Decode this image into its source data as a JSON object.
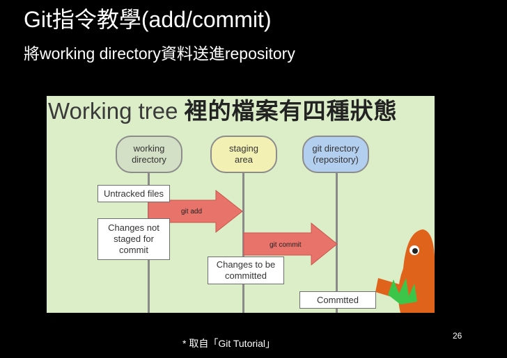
{
  "slide": {
    "title": "Git指令教學(add/commit)",
    "subtitle": "將working directory資料送進repository",
    "page_number": "26",
    "footnote": "* 取自「Git Tutorial」"
  },
  "figure": {
    "title_latin": "Working tree",
    "title_cjk": "裡的檔案有四種狀態",
    "stages": [
      {
        "line1": "working",
        "line2": "directory"
      },
      {
        "line1": "staging",
        "line2": "area"
      },
      {
        "line1": "git directory",
        "line2": "(repository)"
      }
    ],
    "states": {
      "untracked": "Untracked files",
      "not_staged_1": "Changes not",
      "not_staged_2": "staged for",
      "not_staged_3": "commit",
      "to_be_committed_1": "Changes to be",
      "to_be_committed_2": "committed",
      "committed": "Commtted"
    },
    "arrows": {
      "add": "git add",
      "commit": "git commit"
    },
    "colors": {
      "background": "#dbeec8",
      "arrow": "#e8736b",
      "mascot": "#e0631c"
    }
  }
}
